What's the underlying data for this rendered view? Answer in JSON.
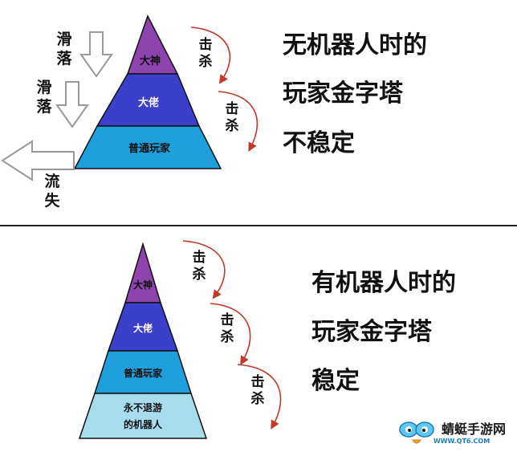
{
  "top": {
    "tiers": [
      {
        "label": "大神",
        "color": "#8e44ad"
      },
      {
        "label": "大佬",
        "color": "#3b3fc9"
      },
      {
        "label": "普通玩家",
        "color": "#1f9fdc"
      }
    ],
    "slide_label_1": "滑落",
    "slide_label_2": "滑落",
    "loss_label": "流失",
    "kill_labels": [
      "击杀",
      "击杀"
    ],
    "caption": [
      "无机器人时的",
      "玩家金字塔",
      "不稳定"
    ]
  },
  "bottom": {
    "tiers": [
      {
        "label": "大神",
        "color": "#8e44ad"
      },
      {
        "label": "大佬",
        "color": "#3b3fc9"
      },
      {
        "label": "普通玩家",
        "color": "#1f9fdc"
      },
      {
        "label_line1": "永不退游",
        "label_line2": "的机器人",
        "color": "#a7dcec"
      }
    ],
    "kill_labels": [
      "击杀",
      "击杀",
      "击杀"
    ],
    "caption": [
      "有机器人时的",
      "玩家金字塔",
      "稳定"
    ]
  },
  "watermark": {
    "name": "蜻蜓手游网",
    "url": "WWW.QT6.COM"
  },
  "colors": {
    "outline": "#111111",
    "kill_arrow": "#c0392b",
    "hollow_arrow": "#999999"
  }
}
